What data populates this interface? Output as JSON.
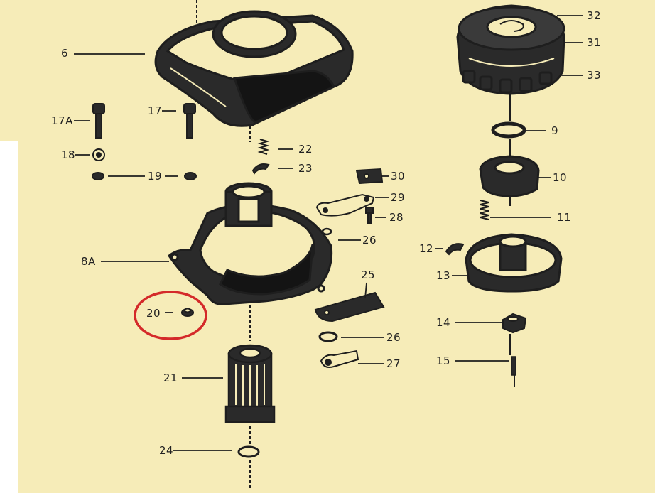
{
  "colors": {
    "paper": "#f6ecb8",
    "ink": "#222222",
    "highlight_circle": "#d42a2a"
  },
  "labels": {
    "l6": "6",
    "l17a": "17A",
    "l17": "17",
    "l18": "18",
    "l19": "19",
    "l8a": "8A",
    "l20": "20",
    "l21": "21",
    "l22": "22",
    "l23": "23",
    "l24": "24",
    "l25": "25",
    "l26a": "26",
    "l26b": "26",
    "l27": "27",
    "l28": "28",
    "l29": "29",
    "l30": "30",
    "l31": "31",
    "l32": "32",
    "l33": "33",
    "l9": "9",
    "l10": "10",
    "l11": "11",
    "l12": "12",
    "l13": "13",
    "l14": "14",
    "l15": "15"
  },
  "highlight": {
    "target_part": "20"
  }
}
